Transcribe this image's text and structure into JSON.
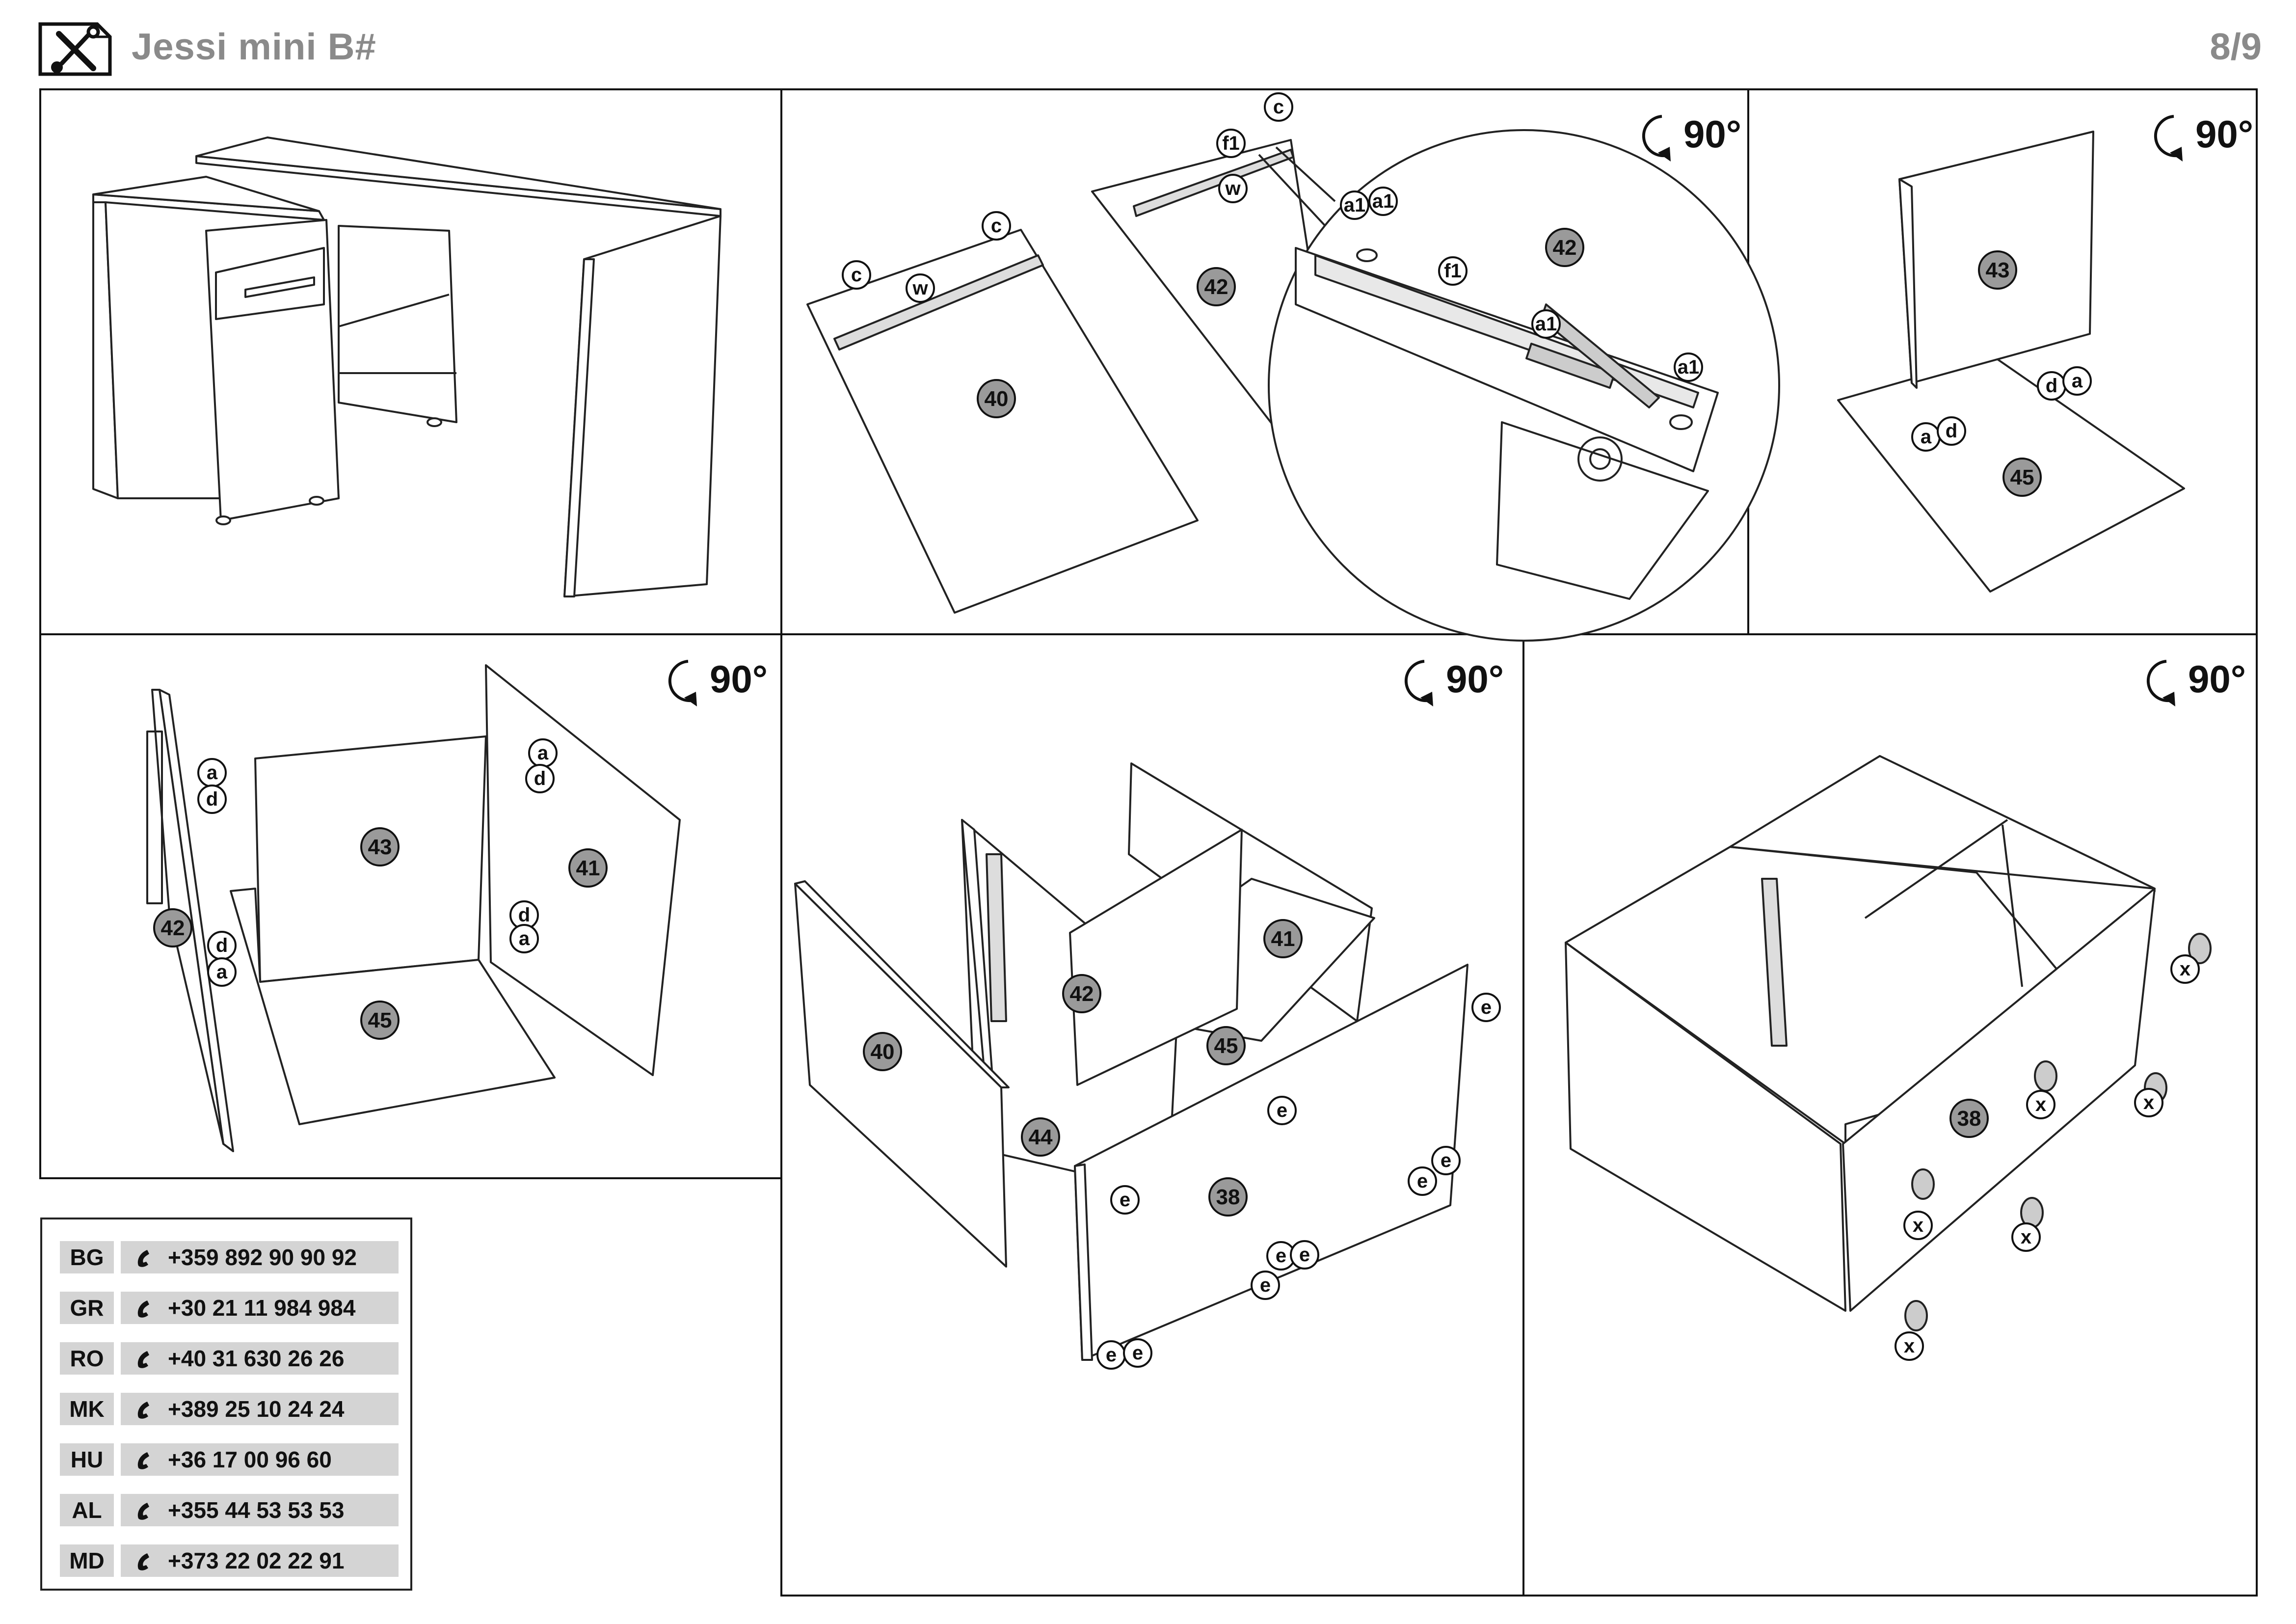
{
  "document": {
    "title": "Jessi mini B#",
    "page": "8/9"
  },
  "rotation_label": "90°",
  "steps": {
    "step1_parts": [],
    "step2_parts": [
      "40",
      "42",
      "c",
      "c",
      "w",
      "c",
      "f1",
      "w",
      "a1",
      "a1",
      "42",
      "f1",
      "a1",
      "a1"
    ],
    "step3_parts": [
      "43",
      "45",
      "d",
      "a",
      "a",
      "d"
    ],
    "step4_parts": [
      "42",
      "43",
      "41",
      "45",
      "a",
      "d",
      "a",
      "d",
      "d",
      "a",
      "d",
      "a"
    ],
    "step5_parts": [
      "40",
      "42",
      "41",
      "45",
      "44",
      "38",
      "e",
      "e",
      "e",
      "e",
      "e",
      "e",
      "e",
      "e",
      "e",
      "e"
    ],
    "step6_parts": [
      "38",
      "x",
      "x",
      "x",
      "x",
      "x",
      "x"
    ]
  },
  "contacts": [
    {
      "country": "BG",
      "phone": "+359 892 90 90 92"
    },
    {
      "country": "GR",
      "phone": "+30 21 11 984 984"
    },
    {
      "country": "RO",
      "phone": "+40 31 630 26 26"
    },
    {
      "country": "MK",
      "phone": "+389 25 10 24 24"
    },
    {
      "country": "HU",
      "phone": "+36 17 00 96 60"
    },
    {
      "country": "AL",
      "phone": "+355 44 53 53 53"
    },
    {
      "country": "MD",
      "phone": "+373 22 02 22 91"
    }
  ]
}
